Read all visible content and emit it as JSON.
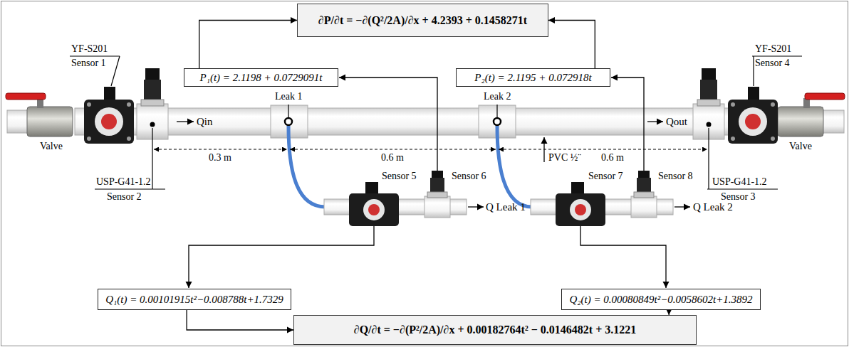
{
  "diagram": {
    "nodes": [
      {
        "text": [
          "∂P/∂t = −∂(Q²/2A)/∂x + 4.2393 + 0.1458271t"
        ]
      },
      {
        "text": [
          "P₁(t) = 2.1198 + 0.0729091t"
        ]
      },
      {
        "text": [
          "P₂(t) = 2.1195 + 0.072918t"
        ]
      },
      {
        "text": [
          "Q₁(t) = 0.00101915t²−0.008788t+1.7329"
        ]
      },
      {
        "text": [
          "Q₂(t) = 0.00080849t²−0.0058602t+1.3892"
        ]
      },
      {
        "text": [
          "∂Q/∂t = −∂(P²/2A)/∂x + 0.00182764t² − 0.0146482t + 3.1221"
        ]
      }
    ],
    "edges": [
      {
        "from": 1,
        "to": 0,
        "arrow": "to"
      },
      {
        "from": 2,
        "to": 0,
        "arrow": "to"
      },
      {
        "from": 3,
        "to": 5,
        "arrow": "to"
      },
      {
        "from": 4,
        "to": 5,
        "arrow": "to"
      }
    ],
    "labels": [
      "YF-S201",
      "Sensor 1",
      "Valve",
      "USP-G41-1.2",
      "Sensor 2",
      "Qin",
      "Leak 1",
      "0.3 m",
      "0.6 m",
      "Leak 2",
      "PVC ½¨",
      "0.6 m",
      "Qout",
      "YF-S201",
      "Sensor 4",
      "Valve",
      "USP-G41-1.2",
      "Sensor 3",
      "Sensor 5",
      "Sensor 6",
      "Q Leak 1",
      "Sensor 7",
      "Sensor 8",
      "Q Leak 2"
    ]
  }
}
